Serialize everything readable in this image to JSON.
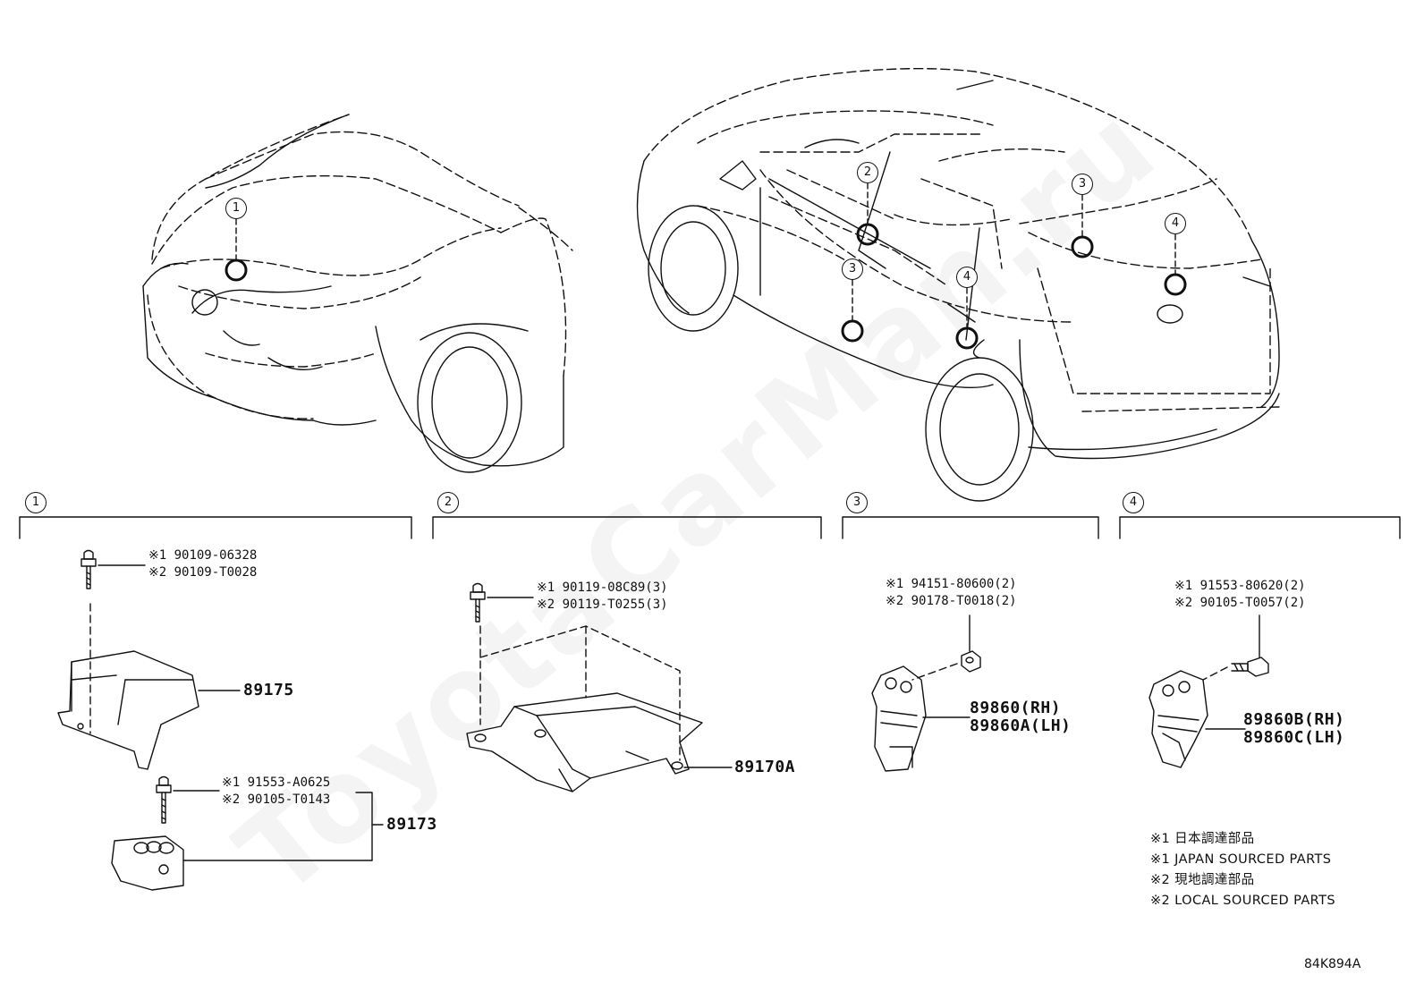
{
  "watermark": "ToyotaCarMan.ru",
  "callouts": [
    "1",
    "2",
    "3",
    "3",
    "4",
    "4"
  ],
  "sections": [
    {
      "num": "1",
      "parts": [
        {
          "line1": "※1 90109-06328",
          "line2": "※2 90109-T0028"
        },
        {
          "label": "89175"
        },
        {
          "line1": "※1 91553-A0625",
          "line2": "※2 90105-T0143"
        },
        {
          "label": "89173"
        }
      ]
    },
    {
      "num": "2",
      "parts": [
        {
          "line1": "※1 90119-08C89(3)",
          "line2": "※2 90119-T0255(3)"
        },
        {
          "label": "89170A"
        }
      ]
    },
    {
      "num": "3",
      "parts": [
        {
          "line1": "※1 94151-80600(2)",
          "line2": "※2 90178-T0018(2)"
        },
        {
          "line1": "89860(RH)",
          "line2": "89860A(LH)"
        }
      ]
    },
    {
      "num": "4",
      "parts": [
        {
          "line1": "※1 91553-80620(2)",
          "line2": "※2 90105-T0057(2)"
        },
        {
          "line1": "89860B(RH)",
          "line2": "89860C(LH)"
        }
      ]
    }
  ],
  "notes": [
    "※1 日本調達部品",
    "※1 JAPAN SOURCED PARTS",
    "※2 現地調達部品",
    "※2 LOCAL SOURCED PARTS"
  ],
  "drawing_code": "84K894A"
}
